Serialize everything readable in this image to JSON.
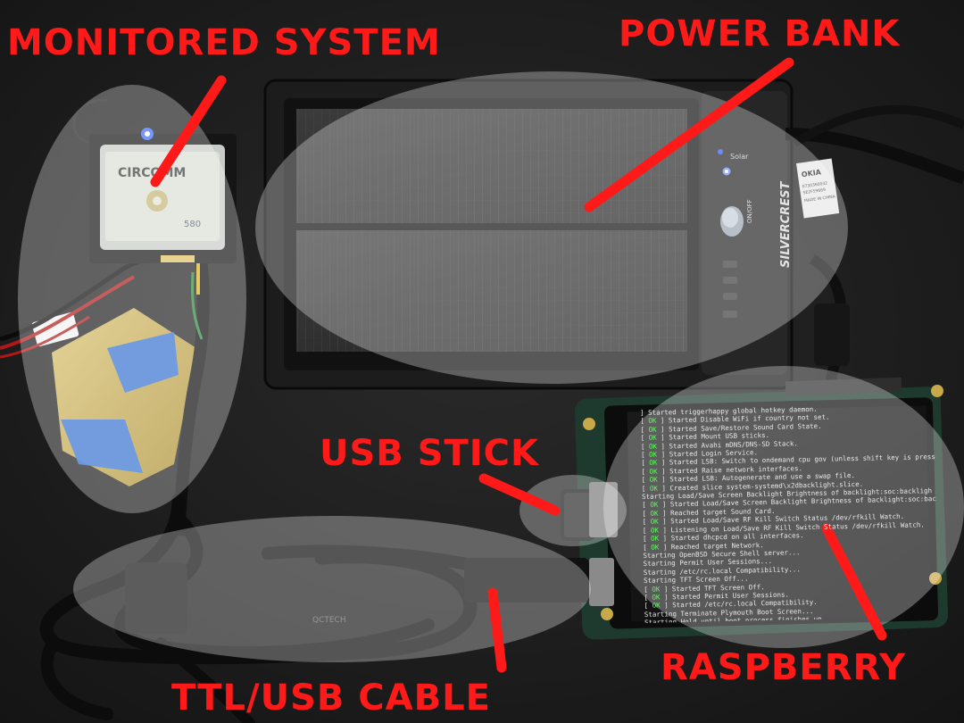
{
  "labels": {
    "monitored_system": "MONITORED SYSTEM",
    "power_bank": "POWER BANK",
    "usb_stick": "USB STICK",
    "raspberry": "RASPBERRY",
    "ttl_usb_cable": "TTL/USB CABLE"
  },
  "device_text": {
    "gps_brand": "CIRCOMM",
    "gps_model": "580",
    "powerbank_brand": "SILVERCREST",
    "solar": "Solar",
    "on_off": "ON/OFF",
    "sticker_line1": "OKIA",
    "sticker_line2": "0730360032",
    "sticker_line3": "SE2F59669",
    "sticker_line4": "MADE IN CHINA",
    "cable_brand": "QCTECH"
  },
  "terminal": [
    {
      "status": "",
      "text": "  ] Started triggerhappy global hotkey daemon."
    },
    {
      "status": "OK",
      "text": " ] Started Disable WiFi if country not set."
    },
    {
      "status": "OK",
      "text": " ] Started Save/Restore Sound Card State."
    },
    {
      "status": "OK",
      "text": " ] Started Mount USB sticks."
    },
    {
      "status": "OK",
      "text": " ] Started Avahi mDNS/DNS-SD Stack."
    },
    {
      "status": "OK",
      "text": " ] Started Login Service."
    },
    {
      "status": "OK",
      "text": " ] Started LSB: Switch to ondemand cpu gov (unless shift key is pressed)"
    },
    {
      "status": "OK",
      "text": " ] Started Raise network interfaces."
    },
    {
      "status": "OK",
      "text": " ] Started LSB: Autogenerate and use a swap file."
    },
    {
      "status": "OK",
      "text": " ] Created slice system-systemd\\x2dbacklight.slice."
    },
    {
      "status": "",
      "text": "     Starting Load/Save Screen Backlight Brightness of backlight:soc:backligh"
    },
    {
      "status": "OK",
      "text": " ] Started Load/Save Screen Backlight Brightness of backlight:soc:backligh"
    },
    {
      "status": "OK",
      "text": " ] Reached target Sound Card."
    },
    {
      "status": "OK",
      "text": " ] Started Load/Save RF Kill Switch Status /dev/rfkill Watch."
    },
    {
      "status": "OK",
      "text": " ] Listening on Load/Save RF Kill Switch Status /dev/rfkill Watch."
    },
    {
      "status": "OK",
      "text": " ] Started dhcpcd on all interfaces."
    },
    {
      "status": "OK",
      "text": " ] Reached target Network."
    },
    {
      "status": "",
      "text": "     Starting OpenBSD Secure Shell server..."
    },
    {
      "status": "",
      "text": "     Starting Permit User Sessions..."
    },
    {
      "status": "",
      "text": "     Starting /etc/rc.local Compatibility..."
    },
    {
      "status": "",
      "text": "     Starting TFT Screen Off..."
    },
    {
      "status": "OK",
      "text": " ] Started TFT Screen Off."
    },
    {
      "status": "OK",
      "text": " ] Started Permit User Sessions."
    },
    {
      "status": "OK",
      "text": " ] Started /etc/rc.local Compatibility."
    },
    {
      "status": "",
      "text": "     Starting Terminate Plymouth Boot Screen..."
    },
    {
      "status": "",
      "text": "     Starting Hold until boot process finishes up..."
    }
  ],
  "colors": {
    "annotation_red": "#ff1a1a",
    "terminal_ok_green": "#5dff5d",
    "background": "#181818"
  }
}
